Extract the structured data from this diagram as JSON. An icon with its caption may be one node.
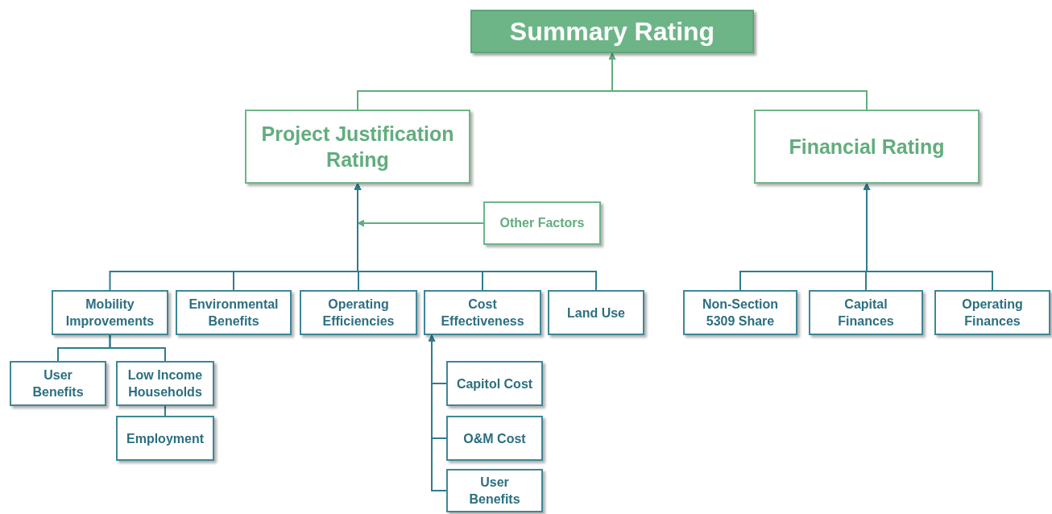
{
  "diagram": {
    "nodes": [
      {
        "text": [
          "Summary Rating"
        ]
      },
      {
        "text": [
          "Project Justification Rating"
        ]
      },
      {
        "text": [
          "Financial Rating"
        ]
      },
      {
        "text": [
          "Other Factors"
        ]
      },
      {
        "text": [
          "Mobility Improvements"
        ]
      },
      {
        "text": [
          "Environmental Benefits"
        ]
      },
      {
        "text": [
          "Operating Efficiencies"
        ]
      },
      {
        "text": [
          "Cost Effectiveness"
        ]
      },
      {
        "text": [
          "Land Use"
        ]
      },
      {
        "text": [
          "Non-Section 5309 Share"
        ]
      },
      {
        "text": [
          "Capital Finances"
        ]
      },
      {
        "text": [
          "Operating Finances"
        ]
      },
      {
        "text": [
          "User Benefits"
        ]
      },
      {
        "text": [
          "Low Income Households"
        ]
      },
      {
        "text": [
          "Employment"
        ]
      },
      {
        "text": [
          "Capitol Cost"
        ]
      },
      {
        "text": [
          "O&M Cost"
        ]
      },
      {
        "text": [
          "User Benefits"
        ]
      }
    ],
    "edges": [
      {
        "from": 1,
        "to": 0,
        "arrow": "to",
        "color": "#5fae7e"
      },
      {
        "from": 2,
        "to": 0,
        "arrow": "to",
        "color": "#5fae7e"
      },
      {
        "from": 3,
        "to": 1,
        "arrow": "to",
        "color": "#5fae7e"
      },
      {
        "from": 4,
        "to": 1,
        "arrow": "to"
      },
      {
        "from": 5,
        "to": 1,
        "arrow": "to"
      },
      {
        "from": 6,
        "to": 1,
        "arrow": "to"
      },
      {
        "from": 7,
        "to": 1,
        "arrow": "to"
      },
      {
        "from": 8,
        "to": 1,
        "arrow": "to"
      },
      {
        "from": 9,
        "to": 2,
        "arrow": "to"
      },
      {
        "from": 10,
        "to": 2,
        "arrow": "to"
      },
      {
        "from": 11,
        "to": 2,
        "arrow": "to"
      },
      {
        "from": 4,
        "to": 12,
        "arrow": "none"
      },
      {
        "from": 4,
        "to": 13,
        "arrow": "none"
      },
      {
        "from": 13,
        "to": 14,
        "arrow": "none"
      },
      {
        "from": 15,
        "to": 7,
        "arrow": "to"
      },
      {
        "from": 16,
        "to": 7,
        "arrow": "to"
      },
      {
        "from": 17,
        "to": 7,
        "arrow": "to"
      }
    ]
  }
}
